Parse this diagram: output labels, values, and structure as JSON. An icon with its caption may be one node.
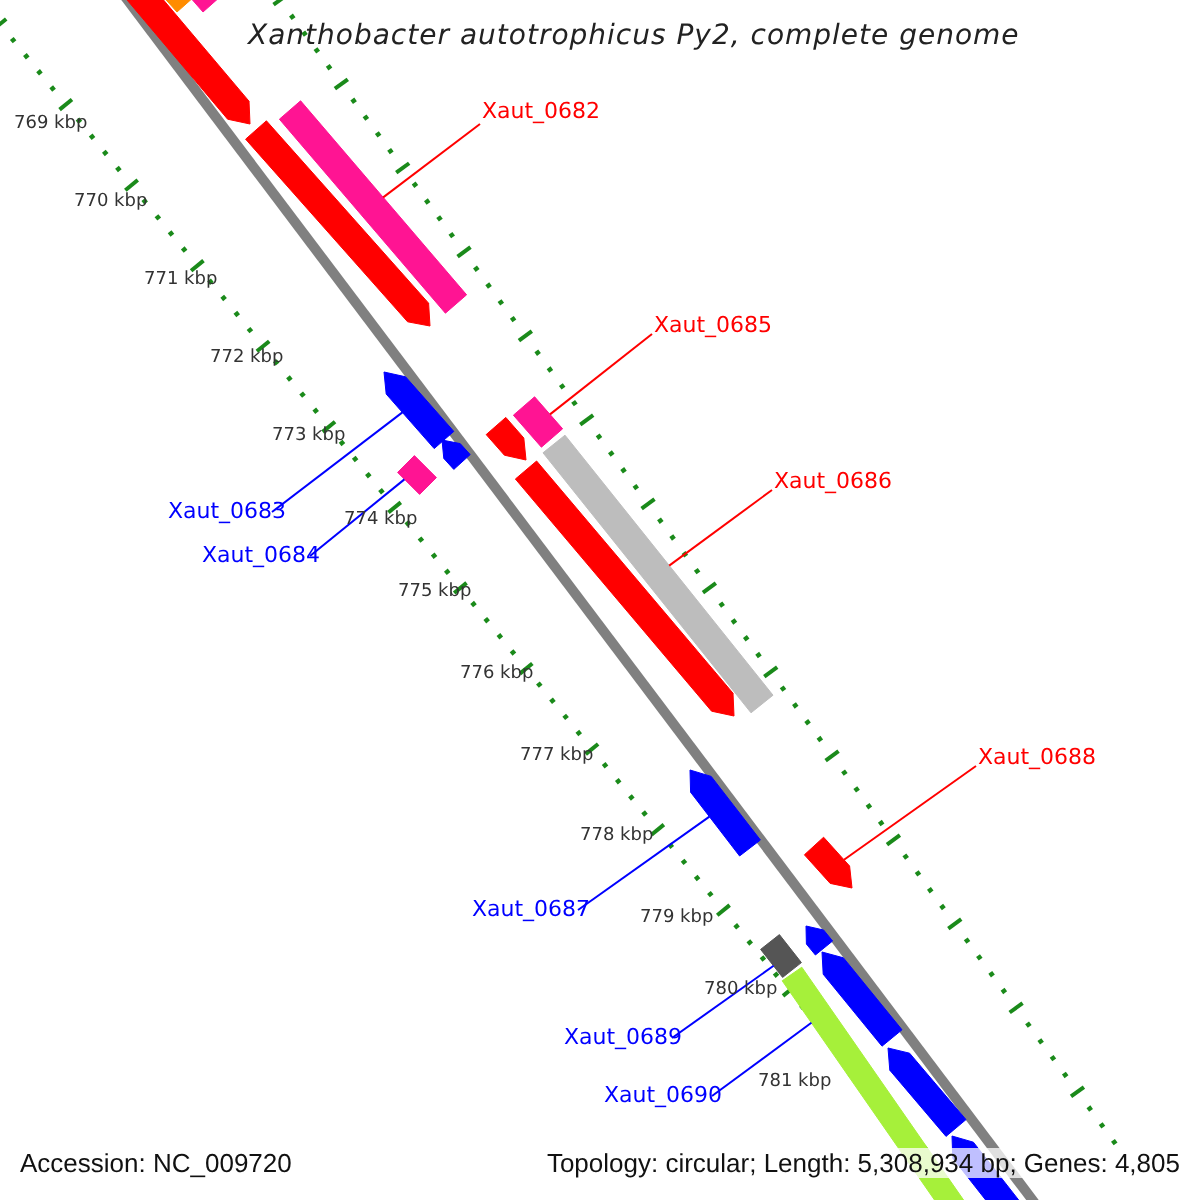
{
  "diagram": {
    "title": "Xanthobacter autotrophicus Py2, complete genome",
    "nodes": [
      {
        "text": [
          "Xaut_0682"
        ]
      },
      {
        "text": [],
        "shape": "bar"
      },
      {
        "text": [
          "Xaut_0685"
        ]
      },
      {
        "text": [],
        "shape": "bar"
      },
      {
        "text": [
          "Xaut_0686"
        ]
      },
      {
        "text": [],
        "shape": "bar"
      },
      {
        "text": [
          "Xaut_0683"
        ]
      },
      {
        "text": [],
        "shape": "arrow"
      },
      {
        "text": [
          "Xaut_0684"
        ]
      },
      {
        "text": [],
        "shape": "bar"
      },
      {
        "text": [
          "Xaut_0688"
        ]
      },
      {
        "text": [],
        "shape": "arrow"
      },
      {
        "text": [
          "Xaut_0687"
        ]
      },
      {
        "text": [],
        "shape": "arrow"
      },
      {
        "text": [
          "Xaut_0689"
        ]
      },
      {
        "text": [],
        "shape": "bar"
      },
      {
        "text": [
          "Xaut_0690"
        ]
      },
      {
        "text": [],
        "shape": "bar"
      },
      {
        "text": [],
        "shape": "arrow"
      },
      {
        "text": [],
        "shape": "bar"
      },
      {
        "text": [],
        "shape": "bar"
      },
      {
        "text": [],
        "shape": "arrow"
      },
      {
        "text": [],
        "shape": "arrow"
      },
      {
        "text": [],
        "shape": "arrow"
      },
      {
        "text": [],
        "shape": "arrow"
      },
      {
        "text": [],
        "shape": "arrow"
      },
      {
        "text": [],
        "shape": "arrow"
      },
      {
        "text": [],
        "shape": "arrow"
      },
      {
        "text": [],
        "shape": "arrow"
      }
    ],
    "edges": [
      {
        "from": 0,
        "to": 1,
        "arrow": "none",
        "color": "#ff0000"
      },
      {
        "from": 2,
        "to": 3,
        "arrow": "none",
        "color": "#ff0000"
      },
      {
        "from": 4,
        "to": 5,
        "arrow": "none",
        "color": "#ff0000"
      },
      {
        "from": 6,
        "to": 7,
        "arrow": "none"
      },
      {
        "from": 8,
        "to": 9,
        "arrow": "none"
      },
      {
        "from": 10,
        "to": 11,
        "arrow": "none",
        "color": "#ff0000"
      },
      {
        "from": 12,
        "to": 13,
        "arrow": "none"
      },
      {
        "from": 14,
        "to": 15,
        "arrow": "none"
      },
      {
        "from": 16,
        "to": 17,
        "arrow": "none"
      }
    ],
    "labels": [
      "769 kbp",
      "770 kbp",
      "771 kbp",
      "772 kbp",
      "773 kbp",
      "774 kbp",
      "775 kbp",
      "776 kbp",
      "777 kbp",
      "778 kbp",
      "779 kbp",
      "780 kbp",
      "781 kbp",
      "Accession: NC_009720",
      "Topology: circular; Length: 5,308,934 bp; Genes: 4,805"
    ]
  }
}
